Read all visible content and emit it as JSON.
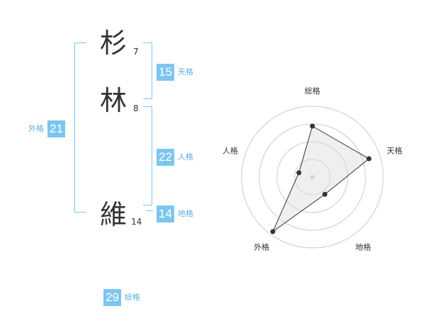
{
  "name_chars": [
    {
      "char": "杉",
      "strokes": "7"
    },
    {
      "char": "林",
      "strokes": "8"
    },
    {
      "char": "維",
      "strokes": "14"
    }
  ],
  "scores": {
    "tenkaku": {
      "value": "15",
      "label": "天格"
    },
    "jinkaku": {
      "value": "22",
      "label": "人格"
    },
    "chikaku": {
      "value": "14",
      "label": "地格"
    },
    "gaikaku": {
      "value": "21",
      "label": "外格"
    },
    "soukaku": {
      "value": "29",
      "label": "総格"
    }
  },
  "colors": {
    "accent": "#7cc6ef",
    "accent_text": "#5bb3e6",
    "text": "#333333",
    "ring": "#cccccc",
    "fill": "#eeeeee"
  },
  "chart_data": {
    "type": "radar",
    "axes": [
      "総格",
      "天格",
      "地格",
      "外格",
      "人格"
    ],
    "rings": 4,
    "values": [
      0.72,
      0.84,
      0.3,
      0.95,
      0.2
    ]
  }
}
